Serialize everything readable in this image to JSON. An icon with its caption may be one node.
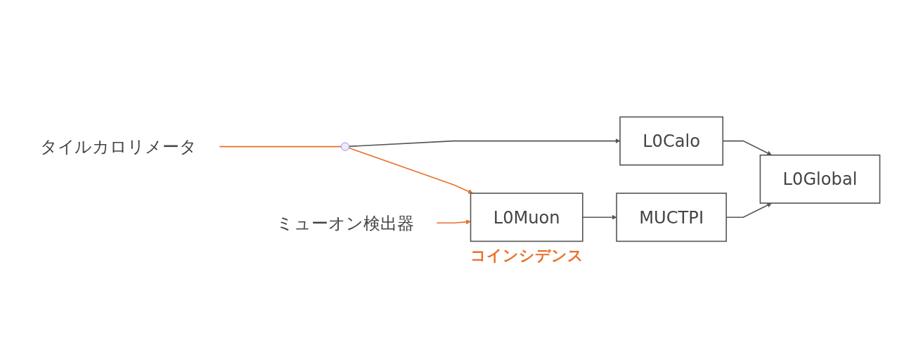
{
  "diagram": {
    "nodes": [
      {
        "text": [
          "タイルカロリメータ"
        ]
      },
      {
        "text": [],
        "shape": "circle"
      },
      {
        "text": [
          "L0Calo"
        ]
      },
      {
        "text": [
          "ミューオン検出器"
        ]
      },
      {
        "text": [
          "L0Muon"
        ],
        "beside": [
          "コインシデンス"
        ]
      },
      {
        "text": [
          "MUCTPI"
        ]
      },
      {
        "text": [
          "L0Global"
        ]
      }
    ],
    "edges": [
      {
        "from": 0,
        "to": 1,
        "arrow": "none",
        "color": "#e8712c"
      },
      {
        "from": 1,
        "to": 2,
        "arrow": "to"
      },
      {
        "from": 1,
        "to": 4,
        "arrow": "to",
        "color": "#e8712c"
      },
      {
        "from": 3,
        "to": 4,
        "arrow": "to",
        "color": "#e8712c"
      },
      {
        "from": 4,
        "to": 5,
        "arrow": "to"
      },
      {
        "from": 2,
        "to": 6,
        "arrow": "to"
      },
      {
        "from": 5,
        "to": 6,
        "arrow": "to"
      }
    ]
  }
}
